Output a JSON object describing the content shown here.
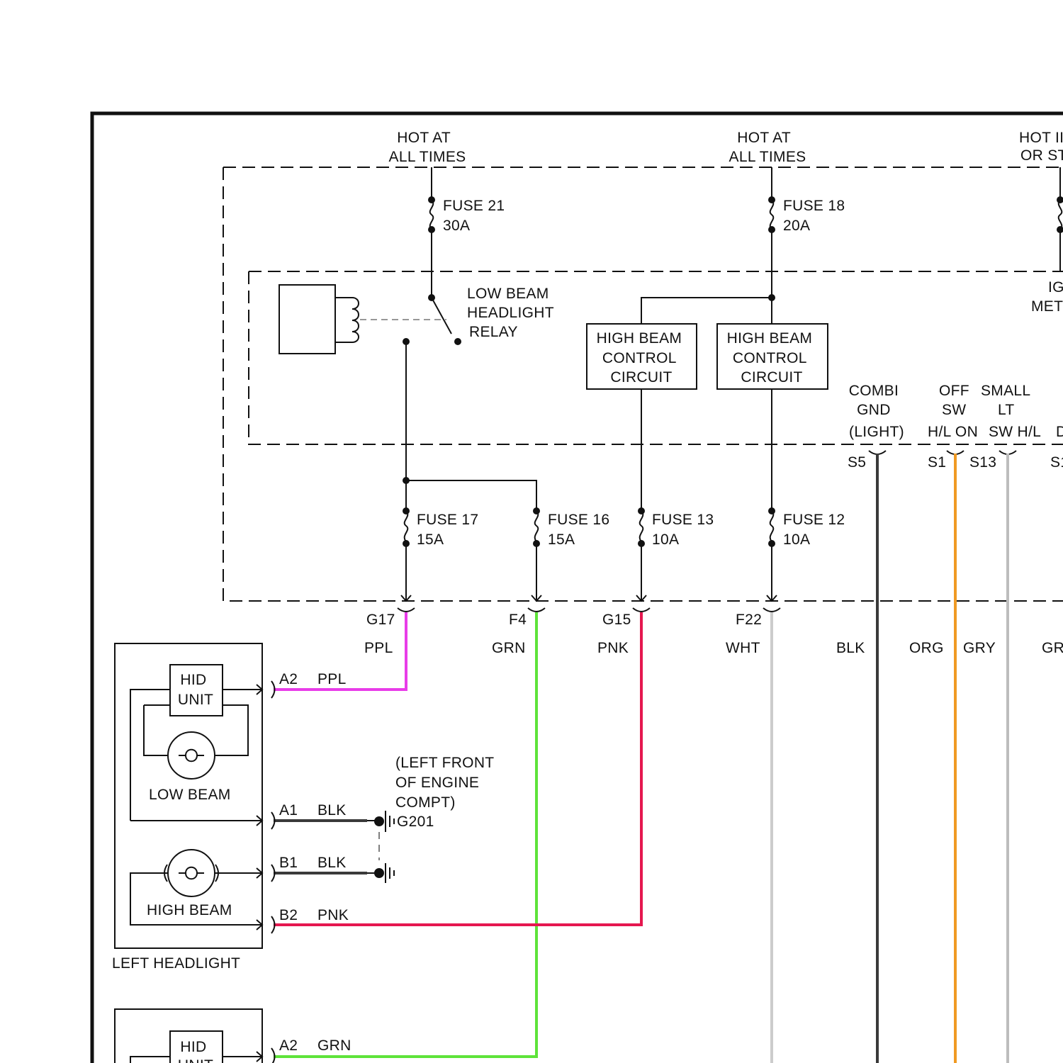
{
  "sources": {
    "hot_left": [
      "HOT AT",
      "ALL TIMES"
    ],
    "hot_mid": [
      "HOT AT",
      "ALL TIMES"
    ],
    "hot_right": [
      "HOT II",
      "OR ST"
    ]
  },
  "fuses": {
    "f21": [
      "FUSE 21",
      "30A"
    ],
    "f18": [
      "FUSE 18",
      "20A"
    ],
    "f17": [
      "FUSE 17",
      "15A"
    ],
    "f16": [
      "FUSE 16",
      "15A"
    ],
    "f13": [
      "FUSE 13",
      "10A"
    ],
    "f12": [
      "FUSE 12",
      "10A"
    ]
  },
  "relay": [
    "LOW BEAM",
    "HEADLIGHT",
    "RELAY"
  ],
  "ig_met": [
    "IG",
    "MET"
  ],
  "hb_control_1": [
    "HIGH BEAM",
    "CONTROL",
    "CIRCUIT"
  ],
  "hb_control_2": [
    "HIGH BEAM",
    "CONTROL",
    "CIRCUIT"
  ],
  "pin_labels": {
    "combi": [
      "COMBI",
      "GND",
      "(LIGHT)"
    ],
    "off": [
      "OFF",
      "SW",
      "H/L ON"
    ],
    "small": [
      "SMALL",
      "LT",
      "SW H/L"
    ],
    "d": "D"
  },
  "module_pins": {
    "s5": "S5",
    "s1": "S1",
    "s13": "S13",
    "s_cut": "S1"
  },
  "connectors": {
    "g17": "G17",
    "f4": "F4",
    "g15": "G15",
    "f22": "F22"
  },
  "wire_colors": {
    "ppl": "PPL",
    "grn": "GRN",
    "pnk": "PNK",
    "wht": "WHT",
    "blk": "BLK",
    "org": "ORG",
    "gry": "GRY",
    "gr_cut": "GR"
  },
  "headlight": {
    "hid_unit": [
      "HID",
      "UNIT"
    ],
    "low_beam": "LOW BEAM",
    "high_beam": "HIGH BEAM",
    "title": "LEFT HEADLIGHT",
    "pins": {
      "a2": {
        "pin": "A2",
        "color": "PPL"
      },
      "a1": {
        "pin": "A1",
        "color": "BLK"
      },
      "b1": {
        "pin": "B1",
        "color": "BLK"
      },
      "b2": {
        "pin": "B2",
        "color": "PNK"
      }
    }
  },
  "ground": {
    "location": [
      "(LEFT FRONT",
      "OF ENGINE",
      "COMPT)"
    ],
    "id": "G201"
  },
  "right_headlight_partial": {
    "hid_unit": [
      "HID",
      "UNIT"
    ],
    "pins": {
      "a2": {
        "pin": "A2",
        "color": "GRN"
      }
    }
  },
  "colors": {
    "ppl": "#e83ce8",
    "grn": "#5ee33a",
    "pnk": "#e5174f",
    "wht": "#cccccc",
    "blk": "#3a3a3a",
    "org": "#f09a23",
    "gry": "#bdbdbd",
    "line": "#111111"
  }
}
